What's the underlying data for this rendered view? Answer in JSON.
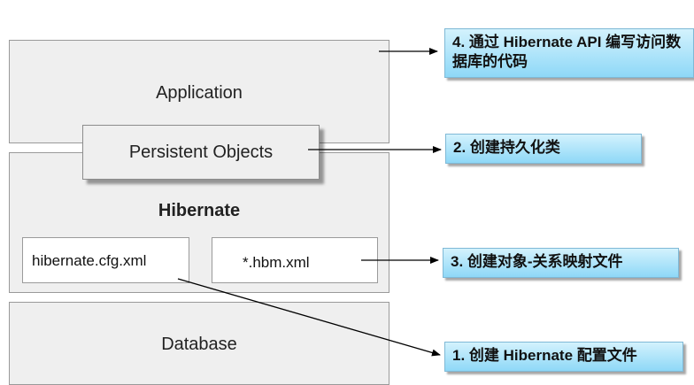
{
  "layers": {
    "application": "Application",
    "persistent_objects": "Persistent Objects",
    "hibernate": "Hibernate",
    "database": "Database"
  },
  "files": {
    "cfg": "hibernate.cfg.xml",
    "hbm": "*.hbm.xml"
  },
  "callouts": {
    "api_code": "4. 通过 Hibernate API 编写访问数据库的代码",
    "persistent_class": "2. 创建持久化类",
    "mapping_file": "3. 创建对象-关系映射文件",
    "config_file": "1. 创建 Hibernate 配置文件"
  },
  "colors": {
    "layer_fill": "#efefef",
    "callout_top": "#d3f2fd",
    "callout_bottom": "#8ed8f7",
    "arrow": "#000000"
  }
}
